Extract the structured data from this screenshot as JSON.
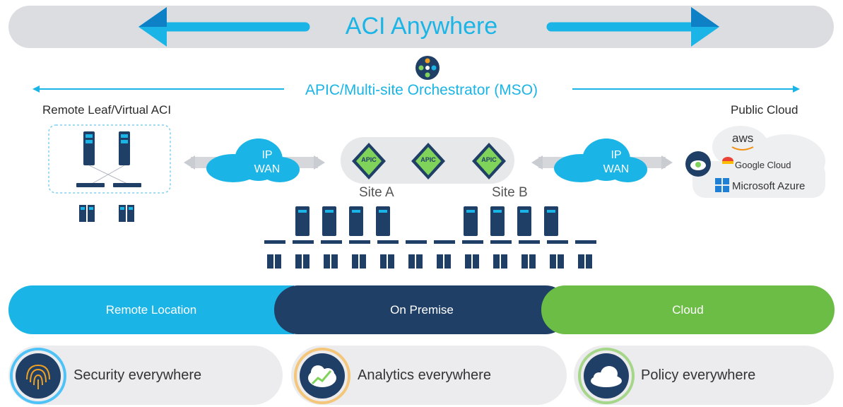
{
  "banner": {
    "title": "ACI Anywhere"
  },
  "orchestrator": {
    "label": "APIC/Multi-site Orchestrator (MSO)"
  },
  "regions": {
    "remote_leaf": "Remote Leaf/Virtual ACI",
    "public_cloud": "Public Cloud"
  },
  "wan": [
    {
      "line1": "IP",
      "line2": "WAN"
    },
    {
      "line1": "IP",
      "line2": "WAN"
    }
  ],
  "apic_nodes": [
    "APIC",
    "APIC",
    "APIC"
  ],
  "sites": [
    "Site A",
    "Site B"
  ],
  "cloud_providers": {
    "aws": "aws",
    "google": "Google Cloud",
    "azure": "Microsoft Azure"
  },
  "locations": [
    {
      "label": "Remote Location",
      "color": "#1ab5e6"
    },
    {
      "label": "On Premise",
      "color": "#1f3f66"
    },
    {
      "label": "Cloud",
      "color": "#6cbd45"
    }
  ],
  "features": [
    {
      "label": "Security everywhere",
      "icon": "fingerprint-icon",
      "ring": "#4fc3f7"
    },
    {
      "label": "Analytics everywhere",
      "icon": "analytics-cloud-icon",
      "ring": "#f4c67a"
    },
    {
      "label": "Policy everywhere",
      "icon": "cloud-icon",
      "ring": "#a5d68a"
    }
  ]
}
